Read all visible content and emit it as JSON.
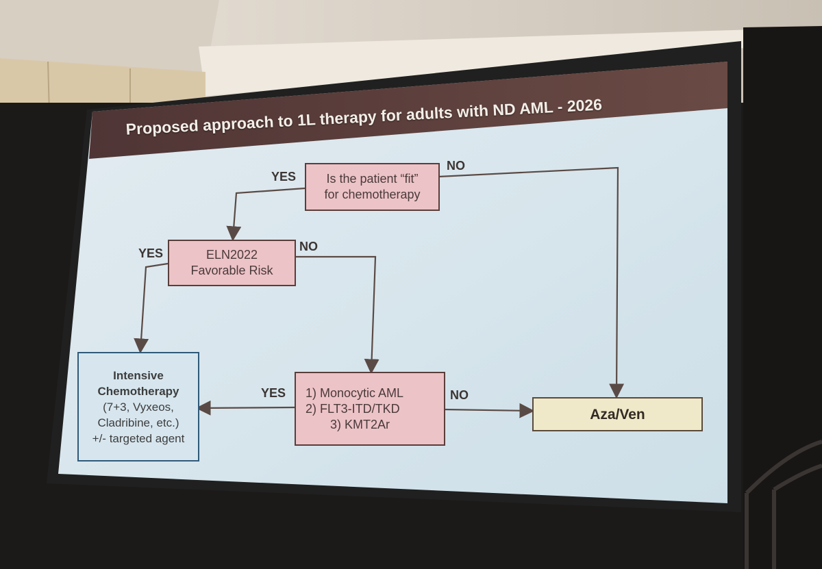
{
  "slide": {
    "title": "Proposed approach to 1L therapy for adults with ND AML - 2026"
  },
  "nodes": {
    "fit": {
      "line1": "Is the patient “fit”",
      "line2": "for chemotherapy"
    },
    "eln": {
      "line1": "ELN2022",
      "line2": "Favorable Risk"
    },
    "intensive": {
      "line1": "Intensive",
      "line2": "Chemotherapy",
      "line3": "(7+3, Vyxeos,",
      "line4": "Cladribine, etc.)",
      "line5": "+/- targeted agent"
    },
    "criteria": {
      "item1": "1)  Monocytic AML",
      "item2": "2)  FLT3-ITD/TKD",
      "item3": "3)  KMT2Ar"
    },
    "azaven": {
      "label": "Aza/Ven"
    }
  },
  "edge_labels": {
    "fit_yes": "YES",
    "fit_no": "NO",
    "eln_yes": "YES",
    "eln_no": "NO",
    "criteria_yes": "YES",
    "criteria_no": "NO"
  }
}
